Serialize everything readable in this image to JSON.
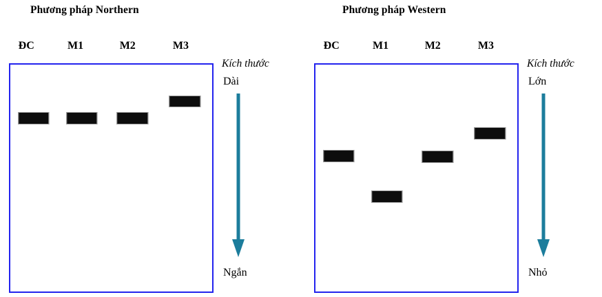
{
  "figure": {
    "kind": "gel-electrophoresis-comparison",
    "background_color": "#ffffff",
    "panel_border_color": "#2222ee",
    "band_color": "#0d0d0d",
    "band_border_color": "#9b9b9b",
    "arrow_color": "#1c7d9c"
  },
  "panels": [
    {
      "id": "northern",
      "title": "Phương pháp Northern",
      "lanes": [
        {
          "label": "ĐC",
          "center_pct": 8.5
        },
        {
          "label": "M1",
          "center_pct": 32.5
        },
        {
          "label": "M2",
          "center_pct": 58.0
        },
        {
          "label": "M3",
          "center_pct": 84.0
        }
      ],
      "bands": [
        {
          "lane": "ĐC",
          "center_pct": 11.5,
          "top_pct": 21.0,
          "width_pct": 15.5,
          "height_pct": 5.4
        },
        {
          "lane": "M1",
          "center_pct": 35.5,
          "top_pct": 21.0,
          "width_pct": 15.5,
          "height_pct": 5.4
        },
        {
          "lane": "M2",
          "center_pct": 60.5,
          "top_pct": 21.0,
          "width_pct": 15.5,
          "height_pct": 5.4
        },
        {
          "lane": "M3",
          "center_pct": 86.5,
          "top_pct": 13.5,
          "width_pct": 15.5,
          "height_pct": 5.4
        }
      ],
      "axis": {
        "caption": "Kích thước",
        "top_label": "Dài",
        "bottom_label": "Ngắn"
      }
    },
    {
      "id": "western",
      "title": "Phương pháp Western",
      "lanes": [
        {
          "label": "ĐC",
          "center_pct": 8.5
        },
        {
          "label": "M1",
          "center_pct": 32.5
        },
        {
          "label": "M2",
          "center_pct": 58.0
        },
        {
          "label": "M3",
          "center_pct": 84.0
        }
      ],
      "bands": [
        {
          "lane": "ĐC",
          "center_pct": 11.5,
          "top_pct": 37.5,
          "width_pct": 15.5,
          "height_pct": 5.4
        },
        {
          "lane": "M1",
          "center_pct": 35.5,
          "top_pct": 55.5,
          "width_pct": 15.5,
          "height_pct": 5.4
        },
        {
          "lane": "M2",
          "center_pct": 60.5,
          "top_pct": 38.0,
          "width_pct": 15.5,
          "height_pct": 5.4
        },
        {
          "lane": "M3",
          "center_pct": 86.5,
          "top_pct": 27.5,
          "width_pct": 15.5,
          "height_pct": 5.4
        }
      ],
      "axis": {
        "caption": "Kích thước",
        "top_label": "Lớn",
        "bottom_label": "Nhỏ"
      }
    }
  ]
}
